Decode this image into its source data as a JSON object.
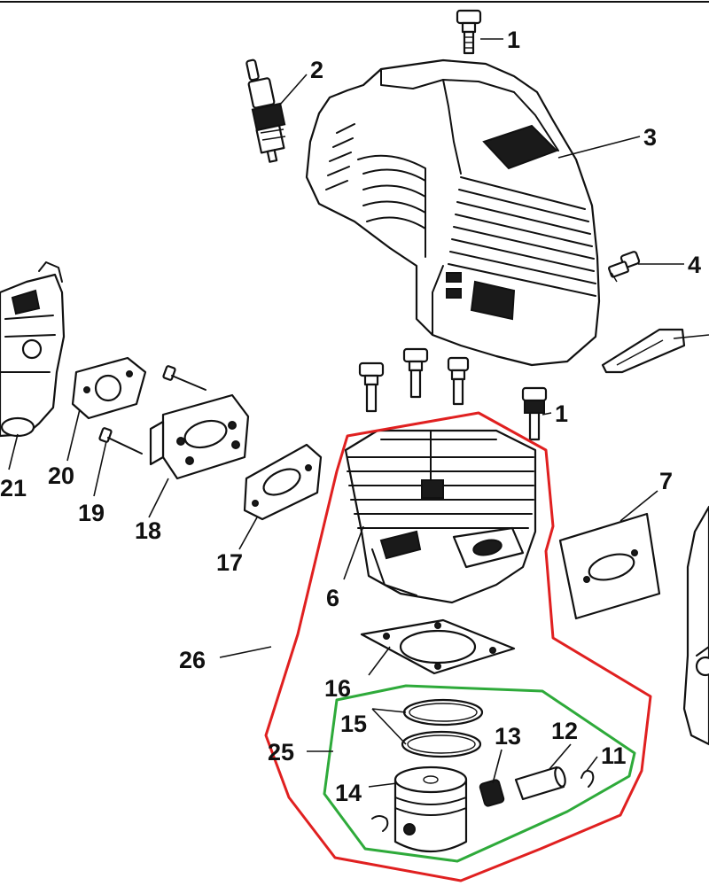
{
  "labels": {
    "l1a": "1",
    "l2": "2",
    "l3": "3",
    "l4": "4",
    "l1b": "1",
    "l7": "7",
    "l21": "21",
    "l20": "20",
    "l19": "19",
    "l18": "18",
    "l17": "17",
    "l6": "6",
    "l26": "26",
    "l16": "16",
    "l15": "15",
    "l25": "25",
    "l13": "13",
    "l12": "12",
    "l11": "11",
    "l14": "14"
  },
  "colors": {
    "assembly_26_outline": "#e02020",
    "assembly_25_outline": "#2eaa3a"
  }
}
